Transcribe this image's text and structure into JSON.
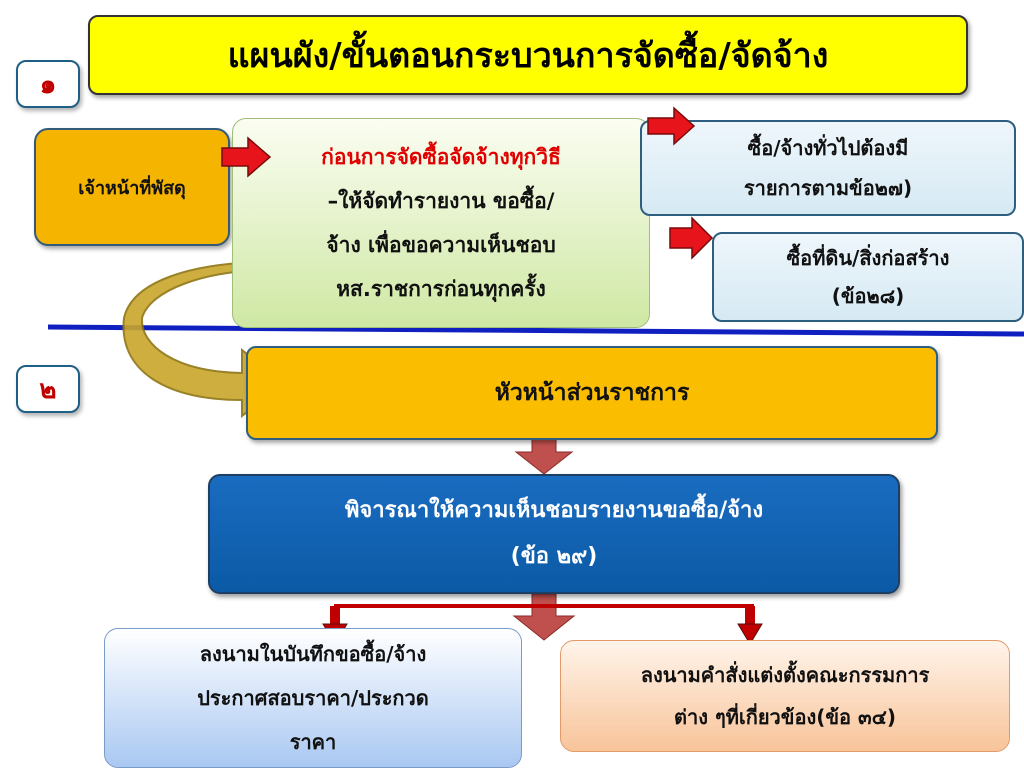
{
  "title": "แผนผัง/ขั้นตอนกระบวนการจัดซื้อ/จัดจ้าง",
  "step_numbers": [
    "๑",
    "๒"
  ],
  "staff": "เจ้าหน้าที่พัสดุ",
  "before_procurement": {
    "line1": "ก่อนการจัดซื้อจัดจ้างทุกวิธี",
    "line2": "–ให้จัดทำรายงาน ขอซื้อ/",
    "line3": "จ้าง เพื่อขอความเห็นชอบ",
    "line4": "หส.ราชการก่อนทุกครั้ง"
  },
  "general_purchase": {
    "line1": "ซื้อ/จ้างทั่วไปต้องมี",
    "line2": "รายการตามข้อ๒๗)"
  },
  "land_purchase": {
    "line1": "ซื้อที่ดิน/สิ่งก่อสร้าง",
    "line2": "(ข้อ๒๘)"
  },
  "agency_head": "หัวหน้าส่วนราชการ",
  "consider": {
    "line1": "พิจารณาให้ความเห็นชอบรายงานขอซื้อ/จ้าง",
    "line2": "(ข้อ ๒๙)"
  },
  "sign_memo": {
    "line1": "ลงนามในบันทึกขอซื้อ/จ้าง",
    "line2": "ประกาศสอบราคา/ประกวด",
    "line3": "ราคา"
  },
  "sign_committee": {
    "line1": "ลงนามคำสั่งแต่งตั้งคณะกรรมการ",
    "line2": "ต่าง ๆที่เกี่ยวข้อง(ข้อ ๓๔)"
  },
  "colors": {
    "title_bg": "#ffff00",
    "staff_bg": "#f5b400",
    "head_bg": "#fbbd00",
    "consider_bg": "#0b5aa6",
    "arrow_red": "#e8141c",
    "arrow_dark_red": "#c0504d",
    "divider_blue": "#1020c0",
    "emphasis_red": "#e00000",
    "number_red": "#c00000"
  }
}
